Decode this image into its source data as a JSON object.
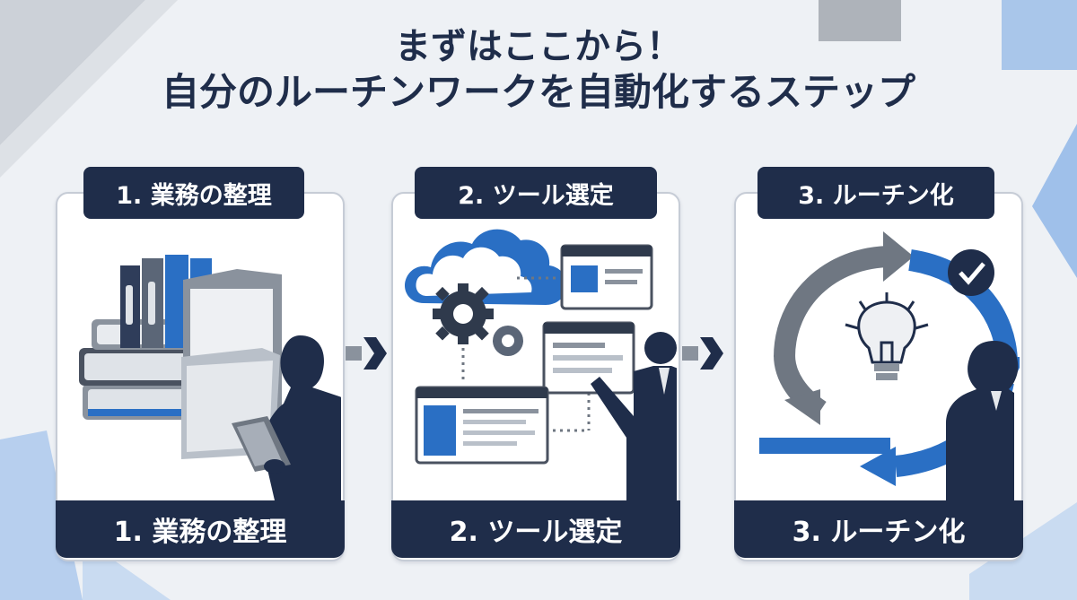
{
  "title": {
    "line1": "まずはここから！",
    "line2": "自分のルーチンワークを自動化するステップ"
  },
  "steps": [
    {
      "top_label": "1. 業務の整理",
      "bottom_label": "1. 業務の整理",
      "illustration": "binders-folders-woman-tablet"
    },
    {
      "top_label": "2. ツール選定",
      "bottom_label": "2. ツール選定",
      "illustration": "cloud-gears-windows-man-pointing"
    },
    {
      "top_label": "3. ルーチン化",
      "bottom_label": "3. ルーチン化",
      "illustration": "cycle-arrows-lightbulb-check-woman"
    }
  ],
  "colors": {
    "navy": "#1f2d4a",
    "blue": "#2a6fc4",
    "gray": "#6f7782",
    "light_blue": "#a9c6ea",
    "background": "#eef1f5"
  }
}
